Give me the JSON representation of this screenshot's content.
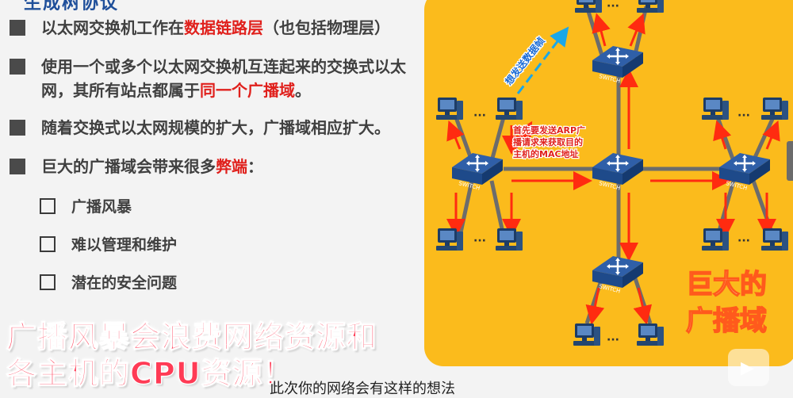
{
  "header_cut": "生成树协议",
  "bullets": [
    {
      "pre": "以太网交换机工作在",
      "red": "数据链路层",
      "post": "（也包括物理层）"
    },
    {
      "pre": "使用一个或多个以太网交换机互连起来的交换式以太网，其所有站点都属于",
      "red": "同一个广播域",
      "post": "。"
    },
    {
      "pre": "随着交换式以太网规模的扩大，广播域相应扩大。",
      "red": "",
      "post": ""
    },
    {
      "pre": "巨大的广播域会带来很多",
      "red": "弊端",
      "post": "："
    }
  ],
  "sub_items": [
    "广播风暴",
    "难以管理和维护",
    "潜在的安全问题"
  ],
  "caption_lines": [
    "广播风暴会浪费网络资源和",
    "各主机的CPU资源！"
  ],
  "subtitle_cut": "此次你的网络会有这样的想法",
  "diagram": {
    "background_color": "#fbbb1c",
    "arrow_color": "#ff2b10",
    "link_color": "#6c6c6c",
    "blue_label": "想发送数据帧",
    "annotation": [
      "首先要发送ARP广",
      "播请求来获取目的",
      "主机的MAC地址"
    ],
    "switch_label": "SWITCH",
    "dots": "···",
    "big_label": [
      "巨大的",
      "广播域"
    ]
  }
}
